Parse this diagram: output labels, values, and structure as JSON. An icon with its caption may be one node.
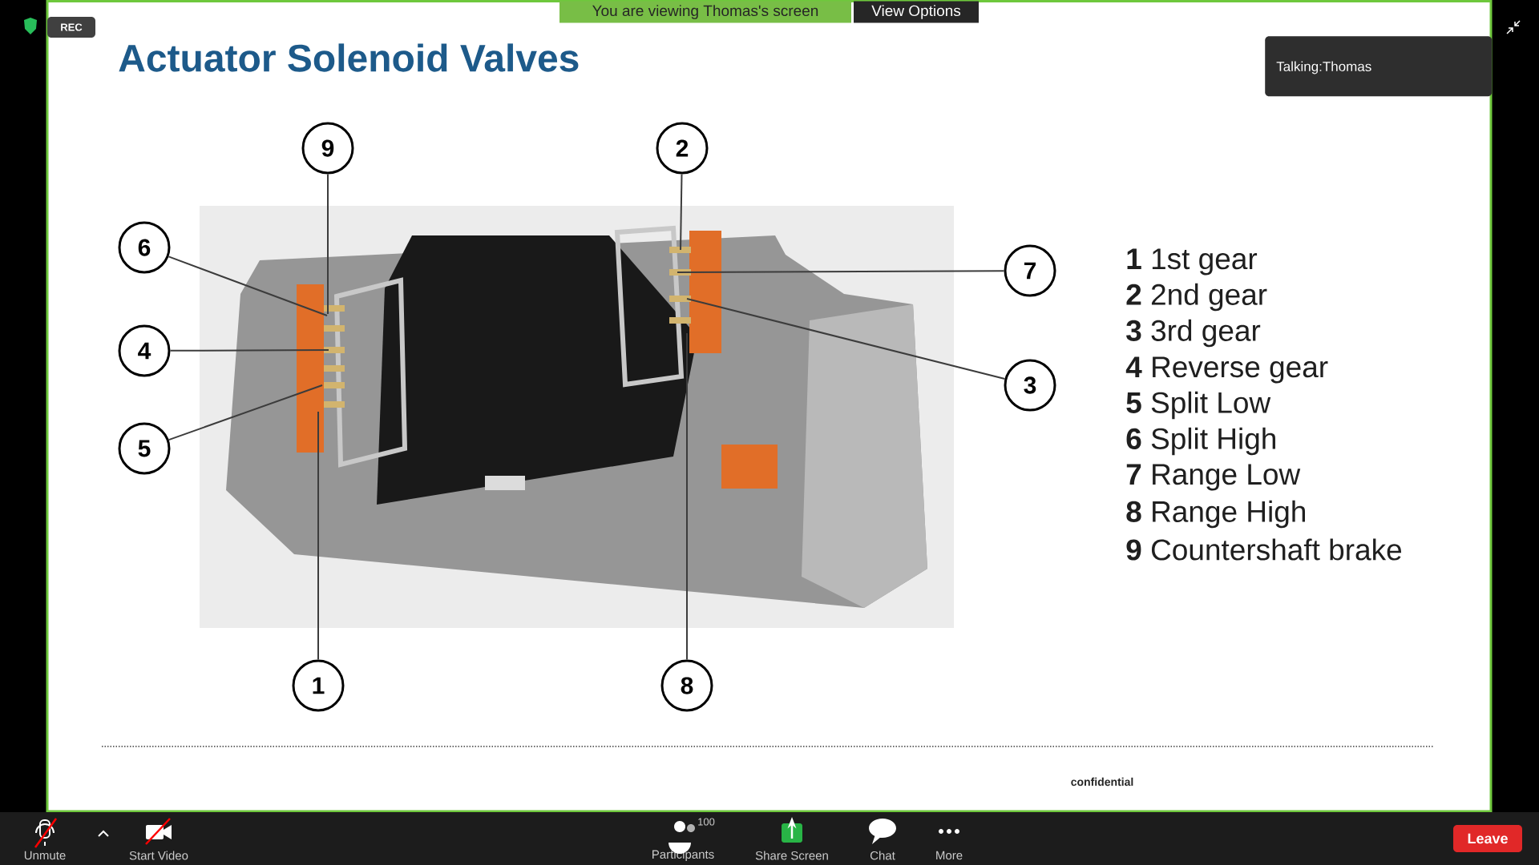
{
  "diagram": {
    "title": "Actuator Solenoid Valves",
    "nodes": [
      {
        "text": [
          "9"
        ]
      },
      {
        "text": [
          "2"
        ]
      },
      {
        "text": [
          "6"
        ]
      },
      {
        "text": [
          "7"
        ]
      },
      {
        "text": [
          "4"
        ]
      },
      {
        "text": [
          "3"
        ]
      },
      {
        "text": [
          "5"
        ]
      },
      {
        "text": [
          "1"
        ]
      },
      {
        "text": [
          "8"
        ]
      }
    ],
    "edges": [
      {
        "from": 0,
        "to": null,
        "arrow": "none"
      },
      {
        "from": 1,
        "to": null,
        "arrow": "none"
      },
      {
        "from": 2,
        "to": null,
        "arrow": "none"
      },
      {
        "from": 3,
        "to": null,
        "arrow": "none"
      },
      {
        "from": 4,
        "to": null,
        "arrow": "none"
      },
      {
        "from": 5,
        "to": null,
        "arrow": "none"
      },
      {
        "from": 6,
        "to": null,
        "arrow": "none"
      },
      {
        "from": 7,
        "to": null,
        "arrow": "none"
      },
      {
        "from": 8,
        "to": null,
        "arrow": "none"
      }
    ],
    "labels": [
      "REC",
      "You are viewing Thomas's screen",
      "View Options",
      "Talking:Thomas",
      "**1** 1st gear",
      "**2** 2nd gear",
      "**3** 3rd gear",
      "**4** Reverse gear",
      "**5** Split Low",
      "**6** Split High",
      "**7** Range Low",
      "**8** Range High",
      "**9** Countershaft brake",
      "confidential",
      "Unmute",
      "Start Video",
      "100",
      "Participants",
      "Share Screen",
      "Chat",
      "More",
      "Leave"
    ]
  }
}
